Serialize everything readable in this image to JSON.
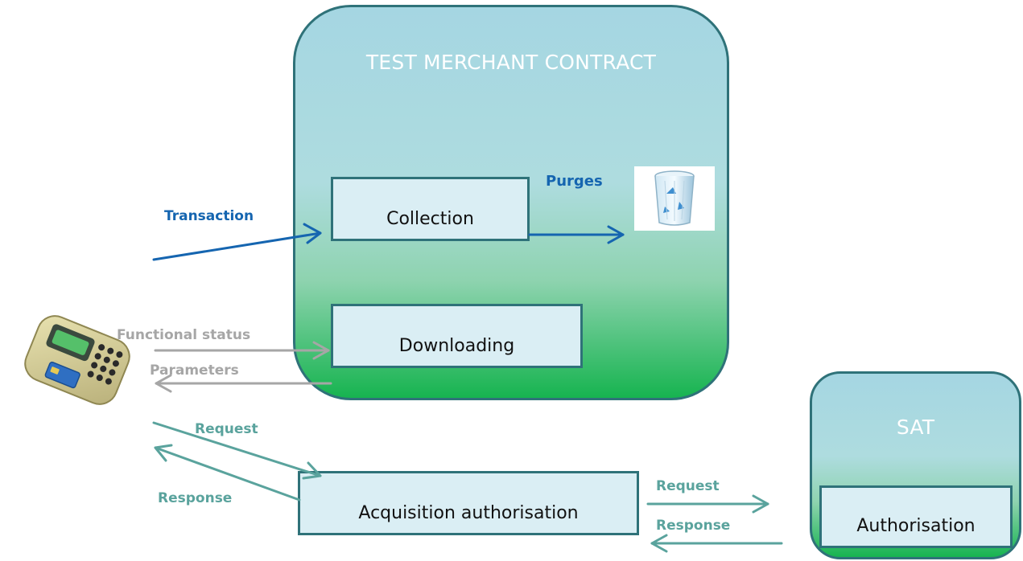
{
  "merchant": {
    "title": "TEST MERCHANT CONTRACT"
  },
  "sat": {
    "title": "SAT"
  },
  "boxes": {
    "collection": "Collection",
    "downloading": "Downloading",
    "acquisition": "Acquisition authorisation",
    "authorisation": "Authorisation"
  },
  "labels": {
    "transaction": "Transaction",
    "purges": "Purges",
    "functional_status": "Functional status",
    "parameters": "Parameters",
    "request_left": "Request",
    "response_left": "Response",
    "request_right": "Request",
    "response_right": "Response"
  },
  "colors": {
    "container_border": "#2f7279",
    "box_fill": "#daeef4",
    "blue_arrow": "#1565b0",
    "grey_arrow": "#a6a6a6",
    "teal_arrow": "#5aa39d",
    "gradient_top": "#a5d6e2",
    "gradient_bottom": "#17b450"
  },
  "icons": {
    "terminal": "payment-terminal-icon",
    "trash": "recycle-bin-icon"
  }
}
